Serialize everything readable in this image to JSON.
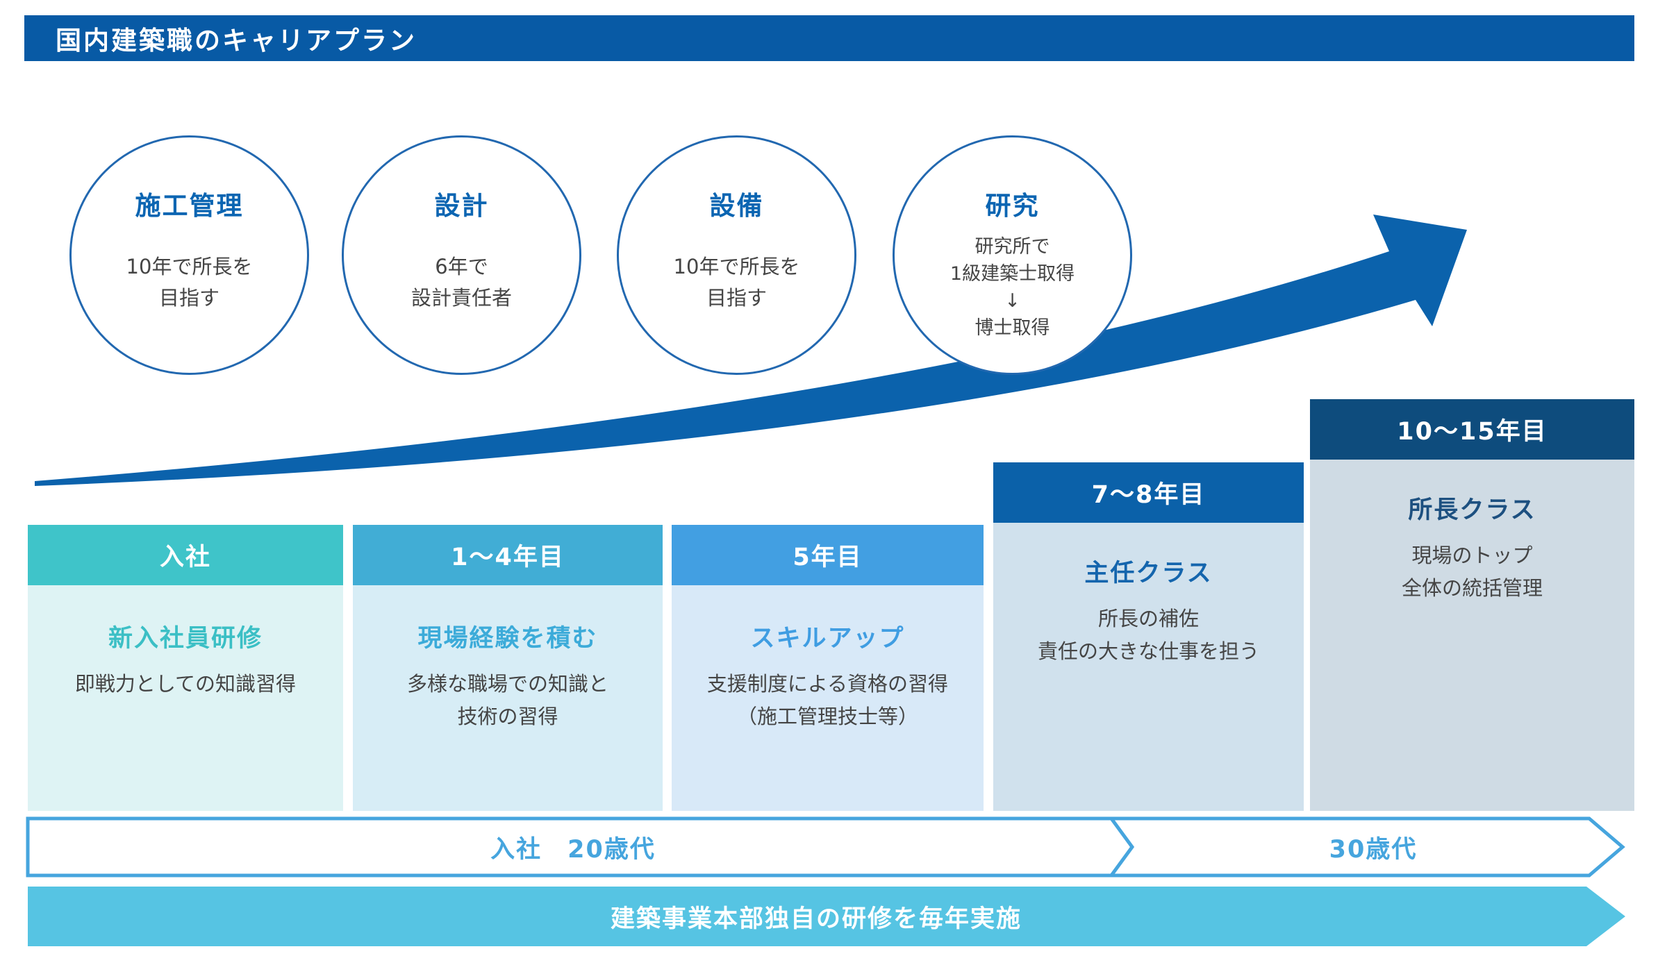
{
  "header": {
    "title": "国内建築職のキャリアプラン"
  },
  "tracks": [
    {
      "name": "施工管理",
      "lines": [
        "10年で所長を",
        "目指す"
      ]
    },
    {
      "name": "設計",
      "lines": [
        "6年で",
        "設計責任者"
      ]
    },
    {
      "name": "設備",
      "lines": [
        "10年で所長を",
        "目指す"
      ]
    },
    {
      "name": "研究",
      "lines": [
        "研究所で",
        "1級建築士取得",
        "↓",
        "博士取得"
      ]
    }
  ],
  "stages": [
    {
      "period": "入社",
      "title": "新入社員研修",
      "lines": [
        "即戦力としての知識習得"
      ]
    },
    {
      "period": "1～4年目",
      "title": "現場経験を積む",
      "lines": [
        "多様な職場での知識と",
        "技術の習得"
      ]
    },
    {
      "period": "5年目",
      "title": "スキルアップ",
      "lines": [
        "支援制度による資格の習得",
        "（施工管理技士等）"
      ]
    },
    {
      "period": "7～8年目",
      "title": "主任クラス",
      "lines": [
        "所長の補佐",
        "責任の大きな仕事を担う"
      ]
    },
    {
      "period": "10～15年目",
      "title": "所長クラス",
      "lines": [
        "現場のトップ",
        "全体の統括管理"
      ]
    }
  ],
  "timeline": {
    "first": "入社　20歳代",
    "second": "30歳代"
  },
  "footer": {
    "label": "建築事業本部独自の研修を毎年実施"
  },
  "colors": {
    "header-bar": "#085aa5",
    "arrow": "#0b62ac",
    "circle-border": "#2268b0",
    "circle-title": "#0b65b2",
    "text-gray": "#454545",
    "c1-header": "#3fc4c9",
    "c1-body": "#def3f4",
    "c1-title": "#3bbfc5",
    "c2-header": "#41add5",
    "c2-body": "#d7edf6",
    "c2-title": "#3cabd9",
    "c3-header": "#429fe2",
    "c3-body": "#d8e9f8",
    "c3-title": "#3f9de2",
    "c4-header": "#0b61a9",
    "c4-body": "#d0e1ed",
    "c4-title": "#1465ad",
    "c5-header": "#0e4c7d",
    "c5-body": "#cfdbe4",
    "c5-title": "#1d5080",
    "band-blue": "#46a5de",
    "cyan-band": "#56c4e3"
  }
}
